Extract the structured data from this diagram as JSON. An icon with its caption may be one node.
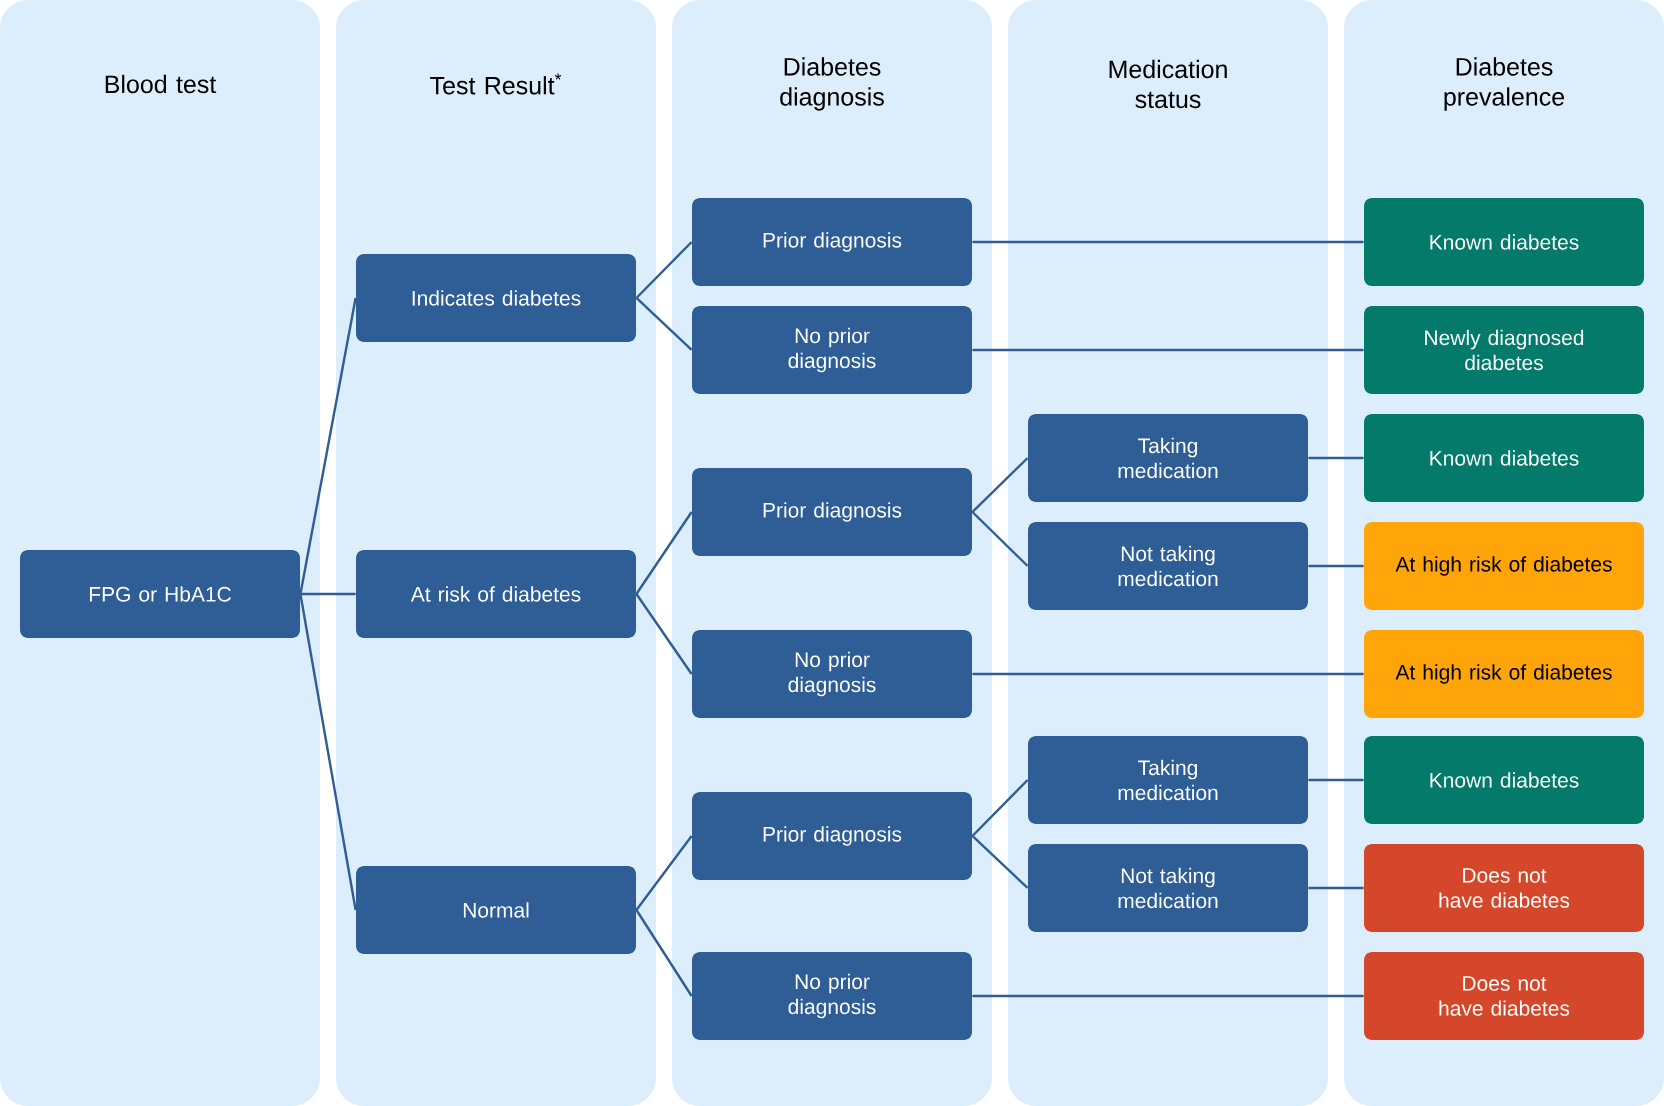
{
  "diagram": {
    "nodes": [
      {
        "text": [
          "Blood test"
        ]
      },
      {
        "text": [
          "Test Result$^{*}$"
        ]
      },
      {
        "text": [
          "Diabetes diagnosis"
        ]
      },
      {
        "text": [
          "Medication status"
        ]
      },
      {
        "text": [
          "Diabetes prevalence"
        ]
      },
      {
        "text": [
          "FPG or HbA1C"
        ],
        "in": 0
      },
      {
        "text": [
          "Indicates diabetes"
        ],
        "in": 1
      },
      {
        "text": [
          "At risk of diabetes"
        ],
        "in": 1
      },
      {
        "text": [
          "Normal"
        ],
        "in": 1
      },
      {
        "text": [
          "Prior diagnosis"
        ],
        "in": 2
      },
      {
        "text": [
          "No prior diagnosis"
        ],
        "in": 2
      },
      {
        "text": [
          "Prior diagnosis"
        ],
        "in": 2
      },
      {
        "text": [
          "No prior diagnosis"
        ],
        "in": 2
      },
      {
        "text": [
          "Prior diagnosis"
        ],
        "in": 2
      },
      {
        "text": [
          "No prior diagnosis"
        ],
        "in": 2
      },
      {
        "text": [
          "Taking medication"
        ],
        "in": 3
      },
      {
        "text": [
          "Not taking medication"
        ],
        "in": 3
      },
      {
        "text": [
          "Taking medication"
        ],
        "in": 3
      },
      {
        "text": [
          "Not taking medication"
        ],
        "in": 3
      },
      {
        "text": [
          "Known diabetes"
        ],
        "in": 4
      },
      {
        "text": [
          "Newly diagnosed diabetes"
        ],
        "in": 4
      },
      {
        "text": [
          "Known diabetes"
        ],
        "in": 4
      },
      {
        "text": [
          "At high risk of diabetes"
        ],
        "in": 4
      },
      {
        "text": [
          "At high risk of diabetes"
        ],
        "in": 4
      },
      {
        "text": [
          "Known diabetes"
        ],
        "in": 4
      },
      {
        "text": [
          "Does not have diabetes"
        ],
        "in": 4
      },
      {
        "text": [
          "Does not have diabetes"
        ],
        "in": 4
      }
    ],
    "edges": [
      {
        "from": 5,
        "to": 6,
        "arrow": "none"
      },
      {
        "from": 5,
        "to": 7,
        "arrow": "none"
      },
      {
        "from": 5,
        "to": 8,
        "arrow": "none"
      },
      {
        "from": 6,
        "to": 9,
        "arrow": "none"
      },
      {
        "from": 6,
        "to": 10,
        "arrow": "none"
      },
      {
        "from": 7,
        "to": 11,
        "arrow": "none"
      },
      {
        "from": 7,
        "to": 12,
        "arrow": "none"
      },
      {
        "from": 8,
        "to": 13,
        "arrow": "none"
      },
      {
        "from": 8,
        "to": 14,
        "arrow": "none"
      },
      {
        "from": 11,
        "to": 15,
        "arrow": "none"
      },
      {
        "from": 11,
        "to": 16,
        "arrow": "none"
      },
      {
        "from": 13,
        "to": 17,
        "arrow": "none"
      },
      {
        "from": 13,
        "to": 18,
        "arrow": "none"
      },
      {
        "from": 9,
        "to": 19,
        "arrow": "none"
      },
      {
        "from": 10,
        "to": 20,
        "arrow": "none"
      },
      {
        "from": 15,
        "to": 21,
        "arrow": "none"
      },
      {
        "from": 16,
        "to": 22,
        "arrow": "none"
      },
      {
        "from": 12,
        "to": 23,
        "arrow": "none"
      },
      {
        "from": 17,
        "to": 24,
        "arrow": "none"
      },
      {
        "from": 18,
        "to": 25,
        "arrow": "none"
      },
      {
        "from": 14,
        "to": 26,
        "arrow": "none"
      }
    ]
  }
}
